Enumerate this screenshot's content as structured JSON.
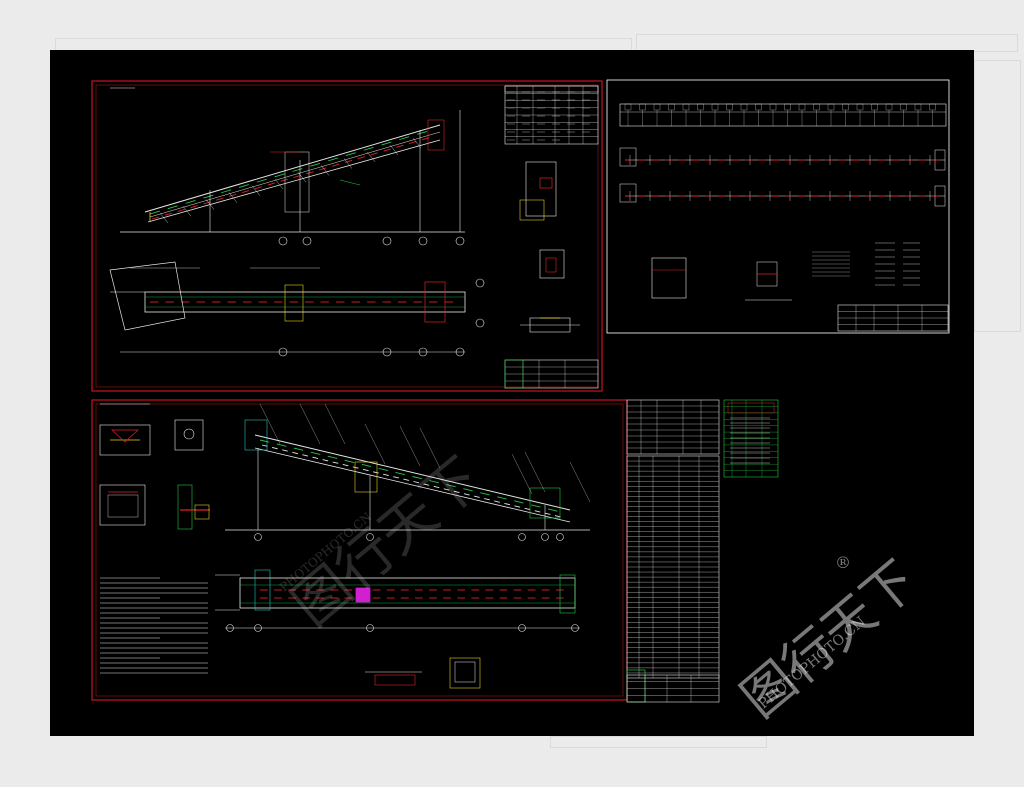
{
  "colors": {
    "background": "#ebebeb",
    "cad_canvas": "#000000",
    "frame_red": "#c8141e",
    "line_white": "#e6e6e6",
    "line_red": "#e0202a",
    "line_green": "#22c842",
    "line_cyan": "#20c0c0",
    "line_yellow": "#e8d020",
    "line_magenta": "#d020d0"
  },
  "watermark": {
    "logo_text": "图行天下",
    "registered_mark": "®",
    "sub_text": "PHOTOPHOTO.CN"
  },
  "drawing": {
    "sheet_1_icon": "conveyor-side-elevation-drawing",
    "sheet_2_icon": "truss-plan-drawing",
    "sheet_3_icon": "conveyor-gallery-drawing",
    "parts_table_icon": "bill-of-materials-table",
    "legend_icon": "legend-table"
  }
}
